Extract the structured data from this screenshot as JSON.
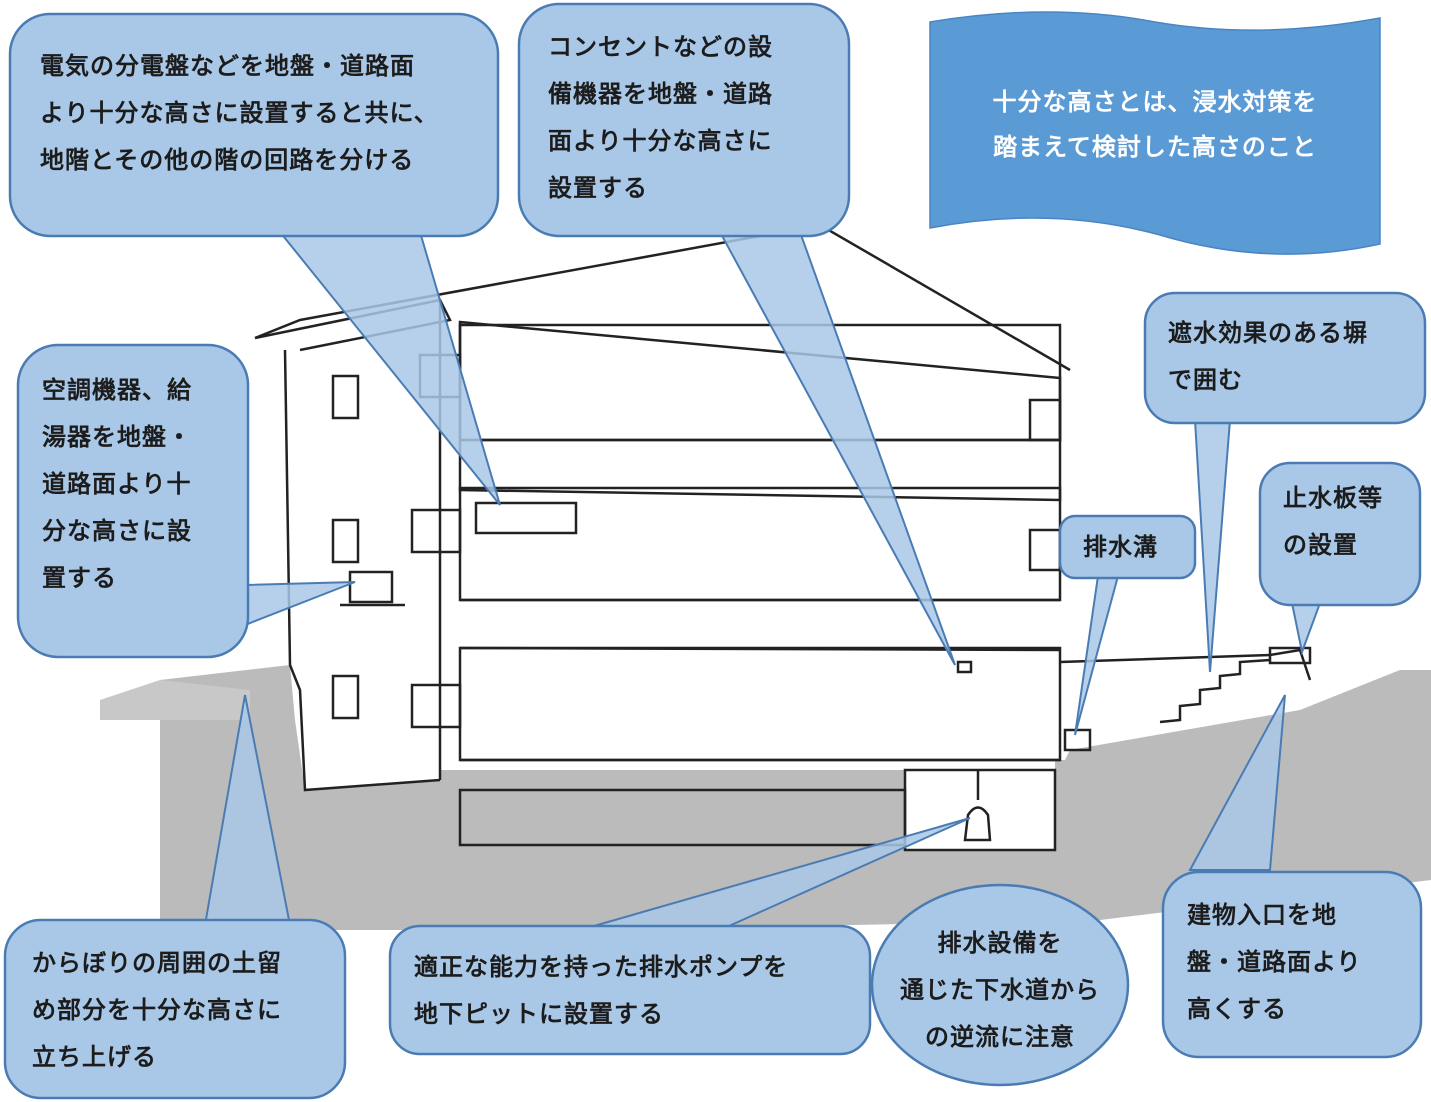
{
  "colors": {
    "callout_fill": "#a9c8e8",
    "callout_stroke": "#4a7cb3",
    "banner_fill": "#5b9bd5",
    "ground": "#b4b4b4",
    "line": "#222222"
  },
  "banner": {
    "text": "十分な高さとは、浸水対策を\n踏まえて検討した高さのこと"
  },
  "callouts": {
    "distribution_board": "電気の分電盤などを地盤・道路面\nより十分な高さに設置すると共に、\n地階とその他の階の回路を分ける",
    "outlet": "コンセントなどの設\n備機器を地盤・道路\n面より十分な高さに\n設置する",
    "air_conditioner": "空調機器、給\n湯器を地盤・\n道路面より十\n分な高さに設\n置する",
    "waterproof_wall": "遮水効果のある塀\nで囲む",
    "drainage_ditch": "排水溝",
    "water_stop_board": "止水板等\nの設置",
    "dry_area": "からぼりの周囲の土留\nめ部分を十分な高さに\n立ち上げる",
    "drain_pump": "適正な能力を持った排水ポンプを\n地下ピットに設置する",
    "backflow": "排水設備を\n通じた下水道から\nの逆流に注意",
    "entrance": "建物入口を地\n盤・道路面より\n高くする"
  }
}
